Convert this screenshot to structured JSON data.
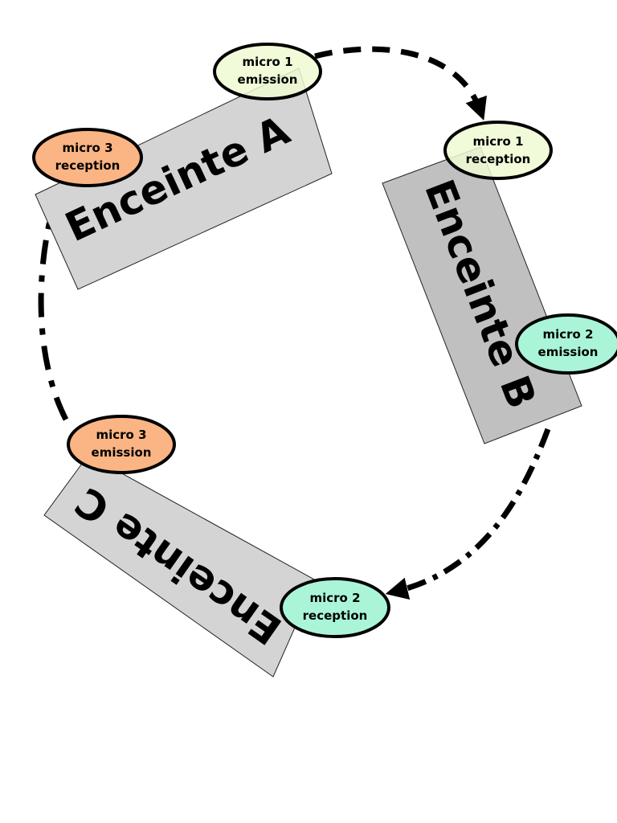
{
  "enclosures": [
    {
      "label": "Enceinte A",
      "color": "#d4d4d4"
    },
    {
      "label": "Enceinte B",
      "color": "#c0c0c0"
    },
    {
      "label": "Enceinte C",
      "color": "#d4d4d4"
    }
  ],
  "nodes": {
    "m1e": {
      "line1": "micro 1",
      "line2": "emission",
      "color": "#effad2"
    },
    "m1r": {
      "line1": "micro 1",
      "line2": "reception",
      "color": "#effad2"
    },
    "m2e": {
      "line1": "micro 2",
      "line2": "emission",
      "color": "#aaf5d8"
    },
    "m2r": {
      "line1": "micro 2",
      "line2": "reception",
      "color": "#aaf5d8"
    },
    "m3e": {
      "line1": "micro 3",
      "line2": "emission",
      "color": "#fbb483"
    },
    "m3r": {
      "line1": "micro 3",
      "line2": "reception",
      "color": "#fbb483"
    }
  }
}
